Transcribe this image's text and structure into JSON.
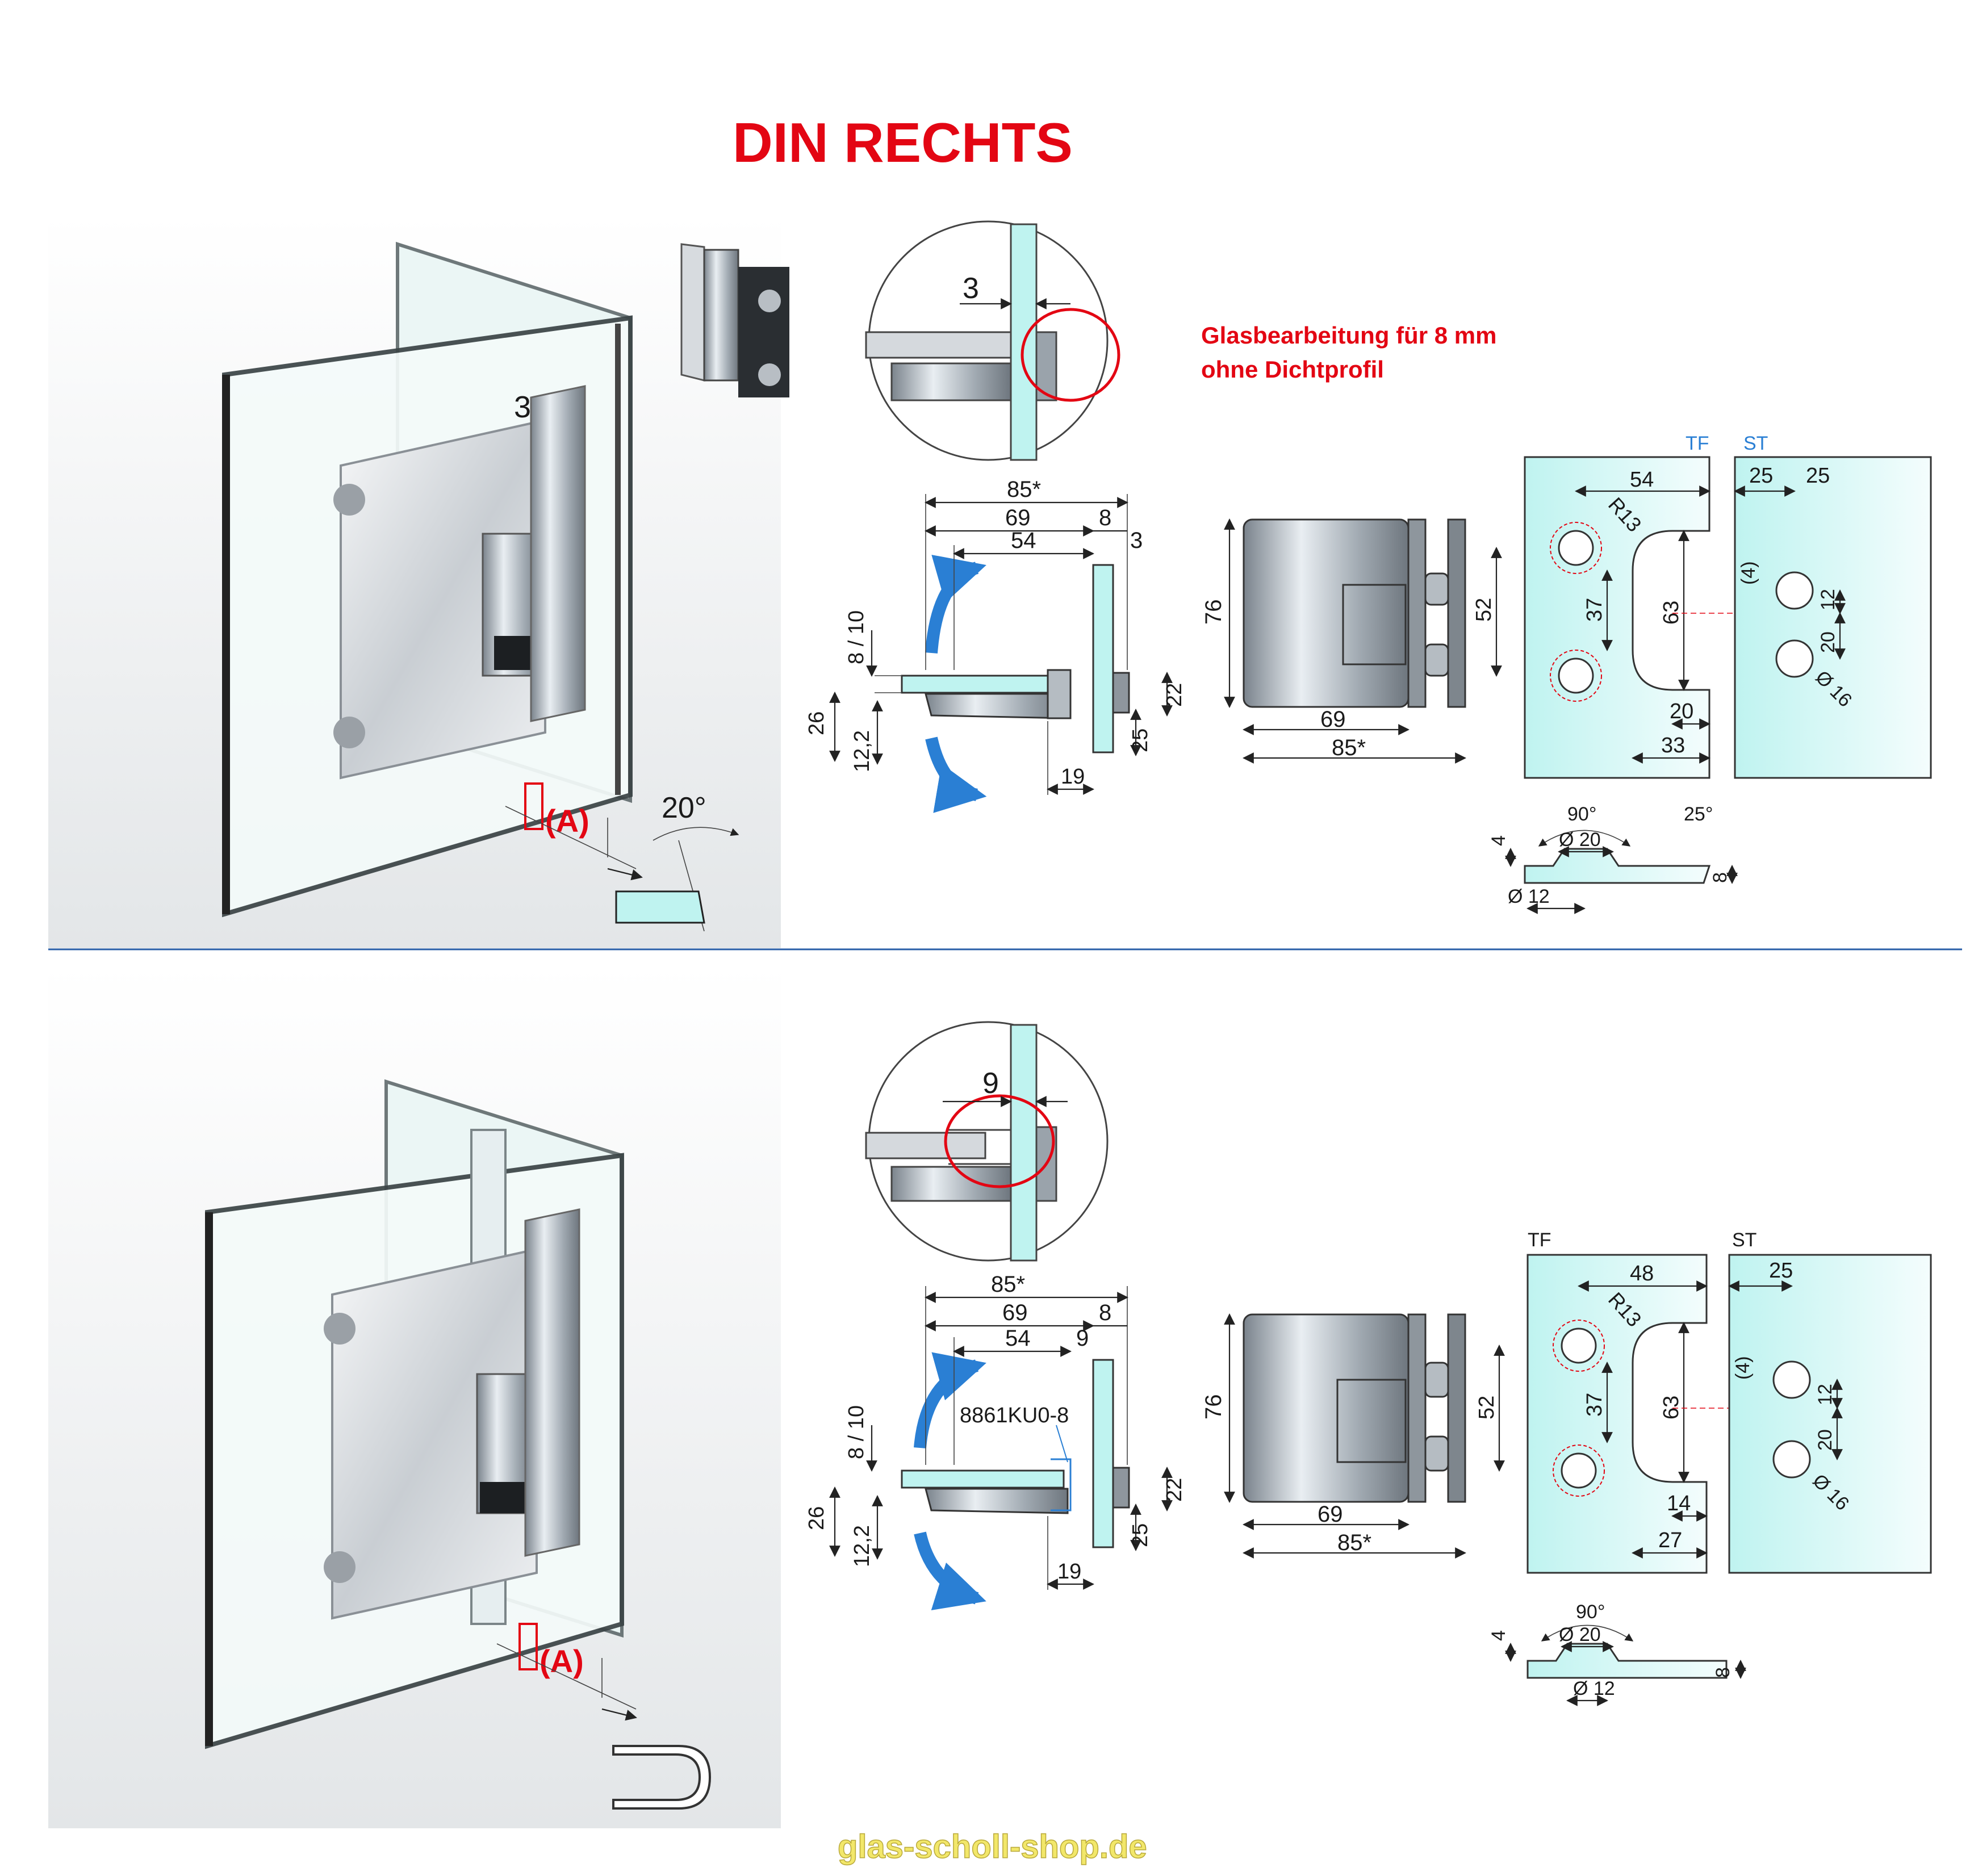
{
  "header": {
    "title": "DIN RECHTS"
  },
  "note": {
    "line1": "Glasbearbeitung für 8 mm",
    "line2": "ohne Dichtprofil"
  },
  "watermark": "glas-scholl-shop.de",
  "colors": {
    "title": "#e30613",
    "accent_blue": "#2a7fd4",
    "glass": "#bff3f0",
    "steel": "#9aa3ab"
  },
  "top": {
    "photo": {
      "gap_label": "3",
      "cutout_label": "(A)",
      "angle_label": "20°"
    },
    "detail": {
      "gap_label": "3"
    },
    "side": {
      "d85": "85*",
      "d69": "69",
      "d8": "8",
      "d54": "54",
      "d3": "3",
      "d810": "8 / 10",
      "d26": "26",
      "d122": "12,2",
      "d22": "22",
      "d25": "25",
      "d19": "19"
    },
    "front": {
      "d76": "76",
      "d69": "69",
      "d85": "85*"
    },
    "tf": {
      "label": "TF",
      "d54": "54",
      "r13": "R13",
      "d52": "52",
      "d37": "37",
      "d63": "63",
      "d20": "20",
      "d33": "33"
    },
    "st": {
      "label": "ST",
      "d25a": "25",
      "d25b": "25",
      "d4": "(4)",
      "d12": "12",
      "d20": "20",
      "d16": "Ø 16"
    },
    "section": {
      "a90": "90°",
      "d20": "Ø 20",
      "a25": "25°",
      "d4": "4",
      "d8": "8",
      "d12": "Ø 12"
    }
  },
  "bottom": {
    "photo": {
      "cutout_label": "(A)"
    },
    "detail": {
      "gap_label": "9"
    },
    "side": {
      "d85": "85*",
      "d69": "69",
      "d8": "8",
      "d54": "54",
      "d9": "9",
      "seal": "8861KU0-8",
      "d810": "8 / 10",
      "d26": "26",
      "d122": "12,2",
      "d22": "22",
      "d25": "25",
      "d19": "19"
    },
    "front": {
      "d76": "76",
      "d69": "69",
      "d85": "85*"
    },
    "tf": {
      "label": "TF",
      "d48": "48",
      "r13": "R13",
      "d52": "52",
      "d37": "37",
      "d63": "63",
      "d14": "14",
      "d27": "27"
    },
    "st": {
      "label": "ST",
      "d25": "25",
      "d4": "(4)",
      "d12": "12",
      "d20": "20",
      "d16": "Ø 16"
    },
    "section": {
      "a90": "90°",
      "d20": "Ø 20",
      "d4": "4",
      "d8": "8",
      "d12": "Ø 12"
    }
  }
}
